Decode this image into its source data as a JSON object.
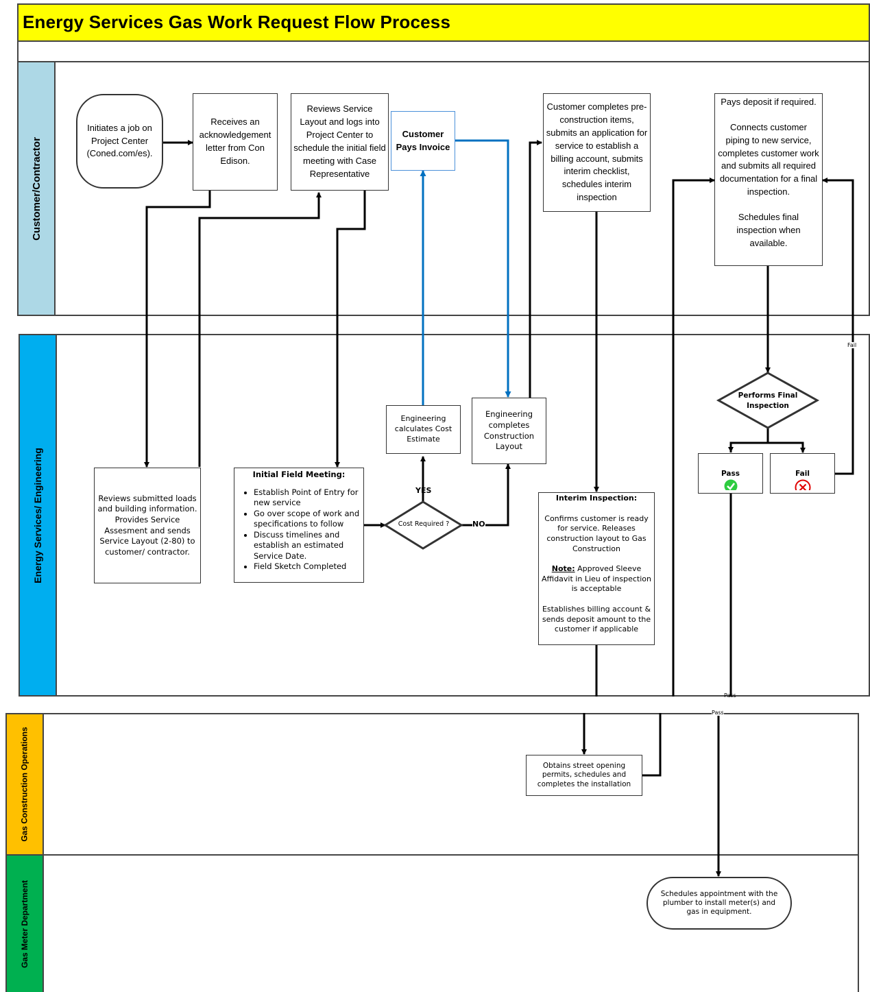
{
  "title": "Energy Services Gas Work Request Flow Process",
  "lanes": {
    "customer": {
      "label": "Customer/Contractor",
      "color": "#add8e6"
    },
    "engineering": {
      "label": "Energy Services/ Engineering",
      "color": "#00aeef"
    },
    "construction": {
      "label": "Gas Construction Operations",
      "color": "#ffc000"
    },
    "meter": {
      "label": "Gas Meter Department",
      "color": "#00b050"
    }
  },
  "nodes": {
    "initiate": "Initiates a job on Project Center (Coned.com/es).",
    "acknowledge": "Receives an acknowledgement letter from Con Edison.",
    "reviews_layout": "Reviews Service Layout and logs into Project Center to schedule the initial field meeting with Case Representative",
    "pays_invoice": "Customer Pays Invoice",
    "preconstruction": "Customer completes pre-construction items, submits an application for service to establish a billing account, submits interim checklist, schedules interim inspection",
    "deposit": {
      "line1": "Pays deposit if required.",
      "line2": "Connects customer piping to new service, completes customer work and submits all required documentation for a final inspection.",
      "line3": "Schedules final inspection when available."
    },
    "reviews_loads": "Reviews submitted loads and building information. Provides Service Assesment and sends Service Layout (2-80) to customer/ contractor.",
    "field_meeting": {
      "heading": "Initial Field Meeting:",
      "items": [
        "Establish Point of Entry for new service",
        "Go over scope of work and specifications to follow",
        "Discuss timelines and establish an estimated Service Date.",
        "Field Sketch Completed"
      ]
    },
    "cost_decision": "Cost Required ?",
    "cost_estimate": "Engineering calculates Cost Estimate",
    "construction_layout": "Engineering completes Construction Layout",
    "interim": {
      "heading": "Interim Inspection:",
      "p1": "Confirms customer is ready for service. Releases construction layout to Gas Construction",
      "note_label": "Note:",
      "note_text": " Approved Sleeve Affidavit in Lieu of inspection is acceptable",
      "p3": "Establishes billing account & sends deposit amount to the customer if applicable"
    },
    "final_inspection": "Performs Final Inspection",
    "pass": "Pass",
    "fail": "Fail",
    "permits": "Obtains street opening permits, schedules and completes the installation",
    "appointment": "Schedules appointment with the plumber to install meter(s) and gas in equipment."
  },
  "labels": {
    "yes": "YES",
    "no": "NO",
    "fail_edge": "Fail",
    "pass_edge_1": "Pass",
    "pass_edge_2": "Pass"
  },
  "colors": {
    "title_bg": "#ffff00",
    "blue_connector": "#0070c0",
    "pass_icon": "#2ecc40",
    "fail_icon": "#e00000"
  }
}
